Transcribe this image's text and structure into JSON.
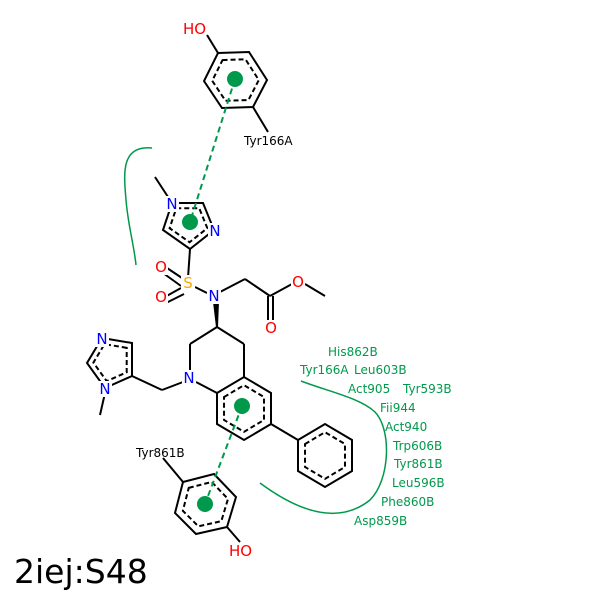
{
  "title": "2iej:S48",
  "colors": {
    "bond": "#000000",
    "nitrogen": "#0000ff",
    "oxygen": "#ff0000",
    "sulfur": "#ffa500",
    "interaction": "#00994c"
  },
  "atoms": {
    "ho_top": "HO",
    "ho_bottom": "HO",
    "n_label": "N",
    "o_label": "O",
    "s_label": "S"
  },
  "residues": {
    "tyr166a_pi": "Tyr166A",
    "tyr861b_pi": "Tyr861B"
  },
  "hydrophobic_contacts": [
    "His862B",
    "Tyr166A",
    "Leu603B",
    "Act905",
    "Tyr593B",
    "Fii944",
    "Act940",
    "Trp606B",
    "Tyr861B",
    "Leu596B",
    "Phe860B",
    "Asp859B"
  ]
}
